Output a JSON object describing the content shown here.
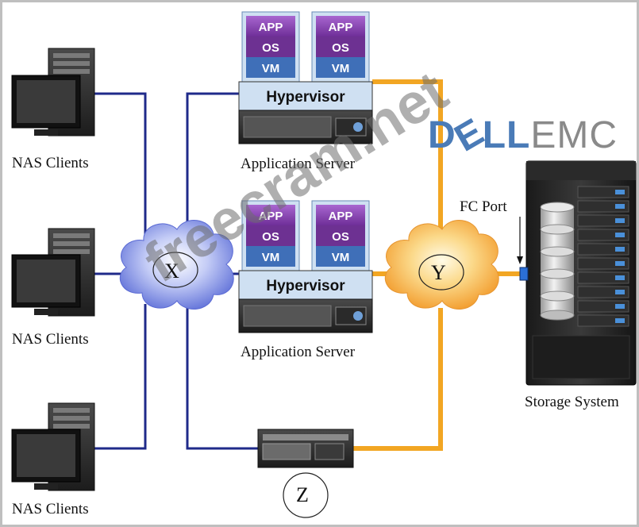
{
  "labels": {
    "nas_clients_1": "NAS Clients",
    "nas_clients_2": "NAS Clients",
    "nas_clients_3": "NAS Clients",
    "app_server_1": "Application Server",
    "app_server_2": "Application Server",
    "storage_system": "Storage System",
    "fc_port": "FC Port"
  },
  "vm_stack": {
    "app": "APP",
    "os": "OS",
    "vm": "VM"
  },
  "hypervisor": "Hypervisor",
  "clouds": {
    "x": "X",
    "y": "Y"
  },
  "device_z": "Z",
  "logo": {
    "part1": "D",
    "part2": "LL",
    "part3": "EMC"
  },
  "watermark": "freecram.net",
  "colors": {
    "ip_link": "#1f2a8a",
    "fc_link": "#f2a623",
    "cloud_x": "#7f8fe6",
    "cloud_y": "#f7b44a",
    "logo_blue": "#4a7bb7",
    "logo_gray": "#8a8a8a",
    "app_purple": "#8b4fb5",
    "hypervisor_fill": "#cfe0f2"
  }
}
